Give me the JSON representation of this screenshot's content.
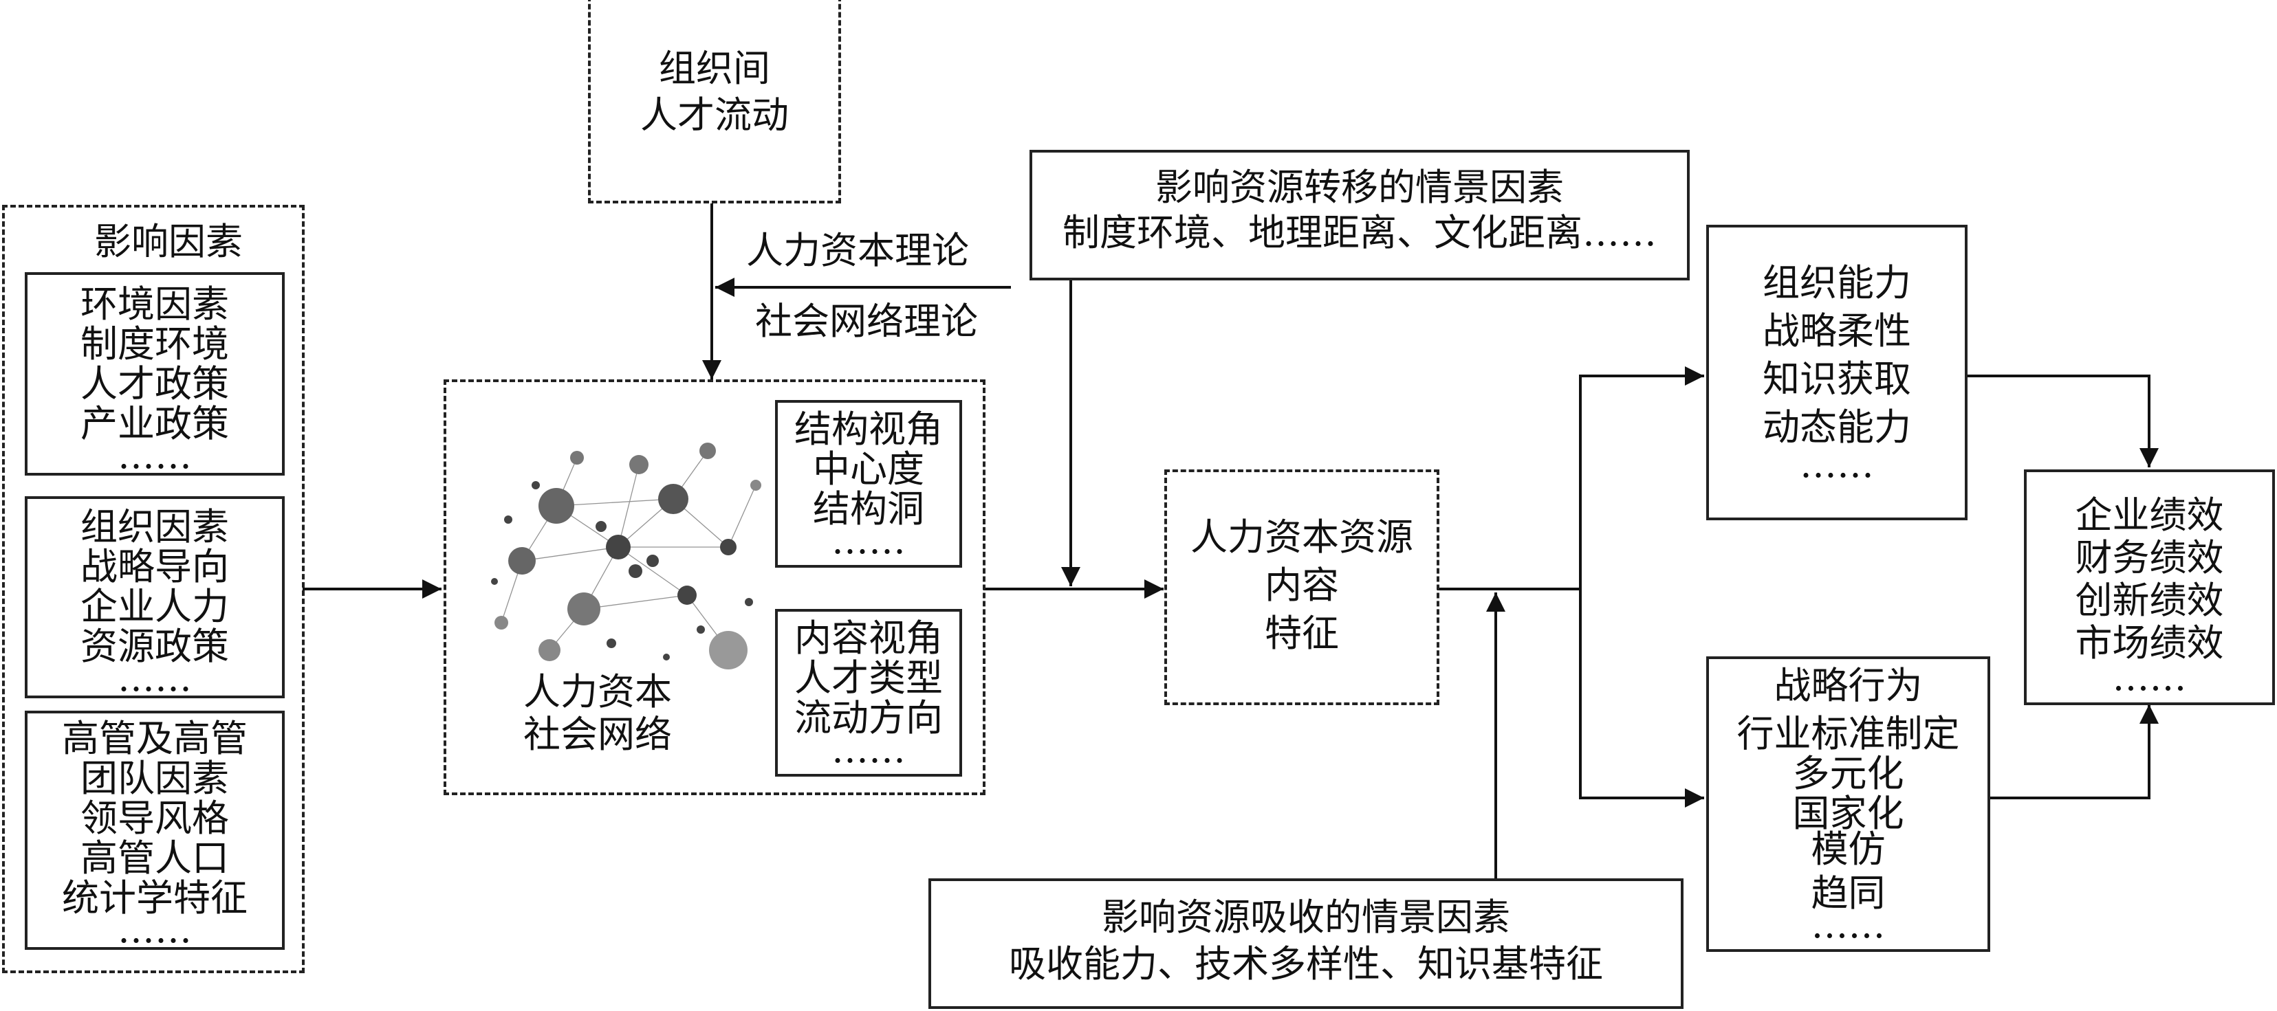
{
  "talent_flow": [
    "组织间",
    "人才流动"
  ],
  "theories": [
    "人力资本理论",
    "社会网络理论"
  ],
  "factors": {
    "title": "影响因素",
    "groups": [
      [
        "环境因素",
        "制度环境",
        "人才政策",
        "产业政策",
        "……"
      ],
      [
        "组织因素",
        "战略导向",
        "企业人力",
        "资源政策",
        "……"
      ],
      [
        "高管及高管",
        "团队因素",
        "领导风格",
        "高管人口",
        "统计学特征",
        "……"
      ]
    ]
  },
  "network": {
    "label": [
      "人力资本",
      "社会网络"
    ],
    "structure": [
      "结构视角",
      "中心度",
      "结构洞",
      "……"
    ],
    "content": [
      "内容视角",
      "人才类型",
      "流动方向",
      "……"
    ]
  },
  "transfer_context": [
    "影响资源转移的情景因素",
    "制度环境、地理距离、文化距离……"
  ],
  "resources": [
    "人力资本资源",
    "内容",
    "特征"
  ],
  "absorb_context": [
    "影响资源吸收的情景因素",
    "吸收能力、技术多样性、知识基特征"
  ],
  "capability": [
    "组织能力",
    "战略柔性",
    "知识获取",
    "动态能力",
    "……"
  ],
  "behavior": [
    "战略行为",
    "行业标准制定",
    "多元化",
    "国家化",
    "模仿",
    "趋同",
    "……"
  ],
  "performance": [
    "企业绩效",
    "财务绩效",
    "创新绩效",
    "市场绩效",
    "……"
  ]
}
